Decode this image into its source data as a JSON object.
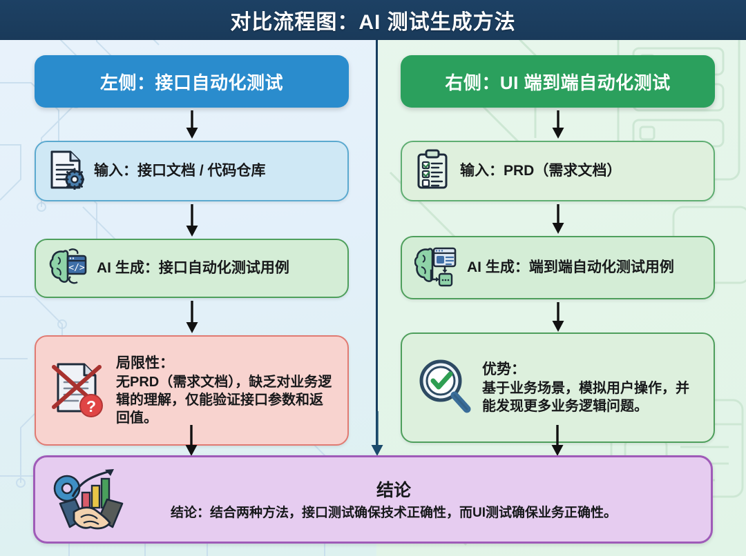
{
  "header": {
    "title": "对比流程图：AI 测试生成方法",
    "bg_color": "#1a3a5a",
    "text_color": "#ffffff"
  },
  "colors": {
    "left_accent": "#2a8ccd",
    "right_accent": "#2ba05d",
    "limitation": "#f8d3cf",
    "advantage": "#ddf0dd",
    "conclusion": "#e6ccf0",
    "divider": "#173d5e"
  },
  "columns": {
    "left": {
      "header": "左侧：接口自动化测试",
      "nodes": [
        {
          "id": "input",
          "icon": "document-gear-icon",
          "text": "输入：接口文档 / 代码仓库"
        },
        {
          "id": "ai-generate",
          "icon": "brain-code-icon",
          "text": "AI 生成：接口自动化测试用例"
        },
        {
          "id": "limitation",
          "icon": "document-crossed-question-icon",
          "heading": "局限性：",
          "text": "无PRD（需求文档），缺乏对业务逻辑的理解，仅能验证接口参数和返回值。"
        }
      ]
    },
    "right": {
      "header": "右侧：UI 端到端自动化测试",
      "nodes": [
        {
          "id": "input",
          "icon": "clipboard-checklist-icon",
          "text": "输入：PRD（需求文档）"
        },
        {
          "id": "ai-generate",
          "icon": "brain-flow-icon",
          "text": "AI 生成：端到端自动化测试用例"
        },
        {
          "id": "advantage",
          "icon": "magnifier-check-icon",
          "heading": "优势：",
          "text": "基于业务场景，模拟用户操作，并能发现更多业务逻辑问题。"
        }
      ]
    }
  },
  "conclusion": {
    "icon": "handshake-growth-icon",
    "title": "结论",
    "text": "结论：结合两种方法，接口测试确保技术正确性，而UI测试确保业务正确性。"
  }
}
